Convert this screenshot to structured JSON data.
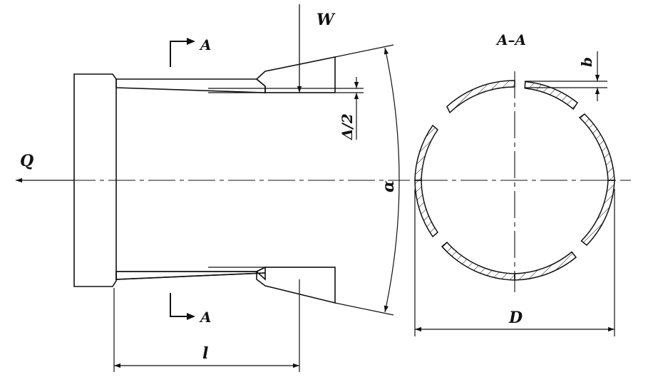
{
  "colors": {
    "ink": "#111111",
    "background": "#ffffff"
  },
  "labels": {
    "force_w": "W",
    "force_q": "Q",
    "section_marker_top": "A",
    "section_marker_bottom": "A",
    "section_title": "A–A",
    "wall_thickness": "b",
    "interference": "Δ/2",
    "cone_angle": "α",
    "length": "l",
    "diameter": "D"
  }
}
